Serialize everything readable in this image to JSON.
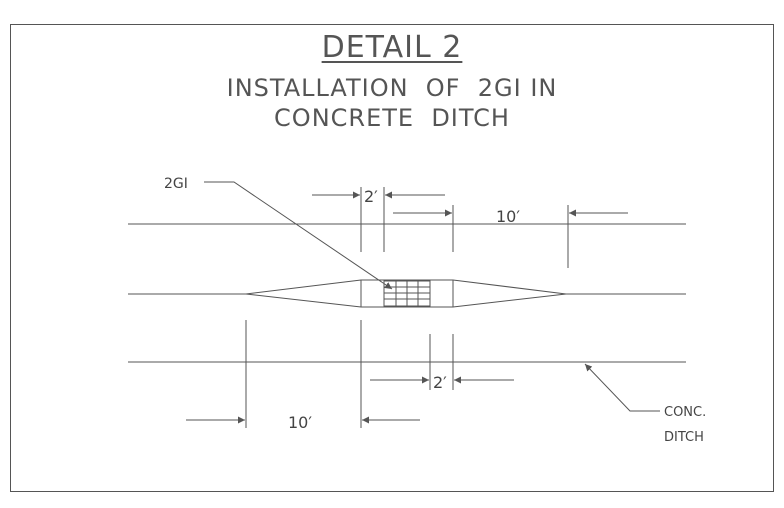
{
  "title": "DETAIL 2",
  "subtitle_line1": "INSTALLATION  OF  2GI IN",
  "subtitle_line2": "CONCRETE  DITCH",
  "labels": {
    "inlet": "2GI",
    "dim_top_2ft": "2′",
    "dim_top_10ft": "10′",
    "dim_bottom_2ft": "2′",
    "dim_bottom_10ft": "10′",
    "ditch_line1": "CONC.",
    "ditch_line2": "DITCH"
  },
  "colors": {
    "line": "#555555",
    "text": "#444444"
  }
}
